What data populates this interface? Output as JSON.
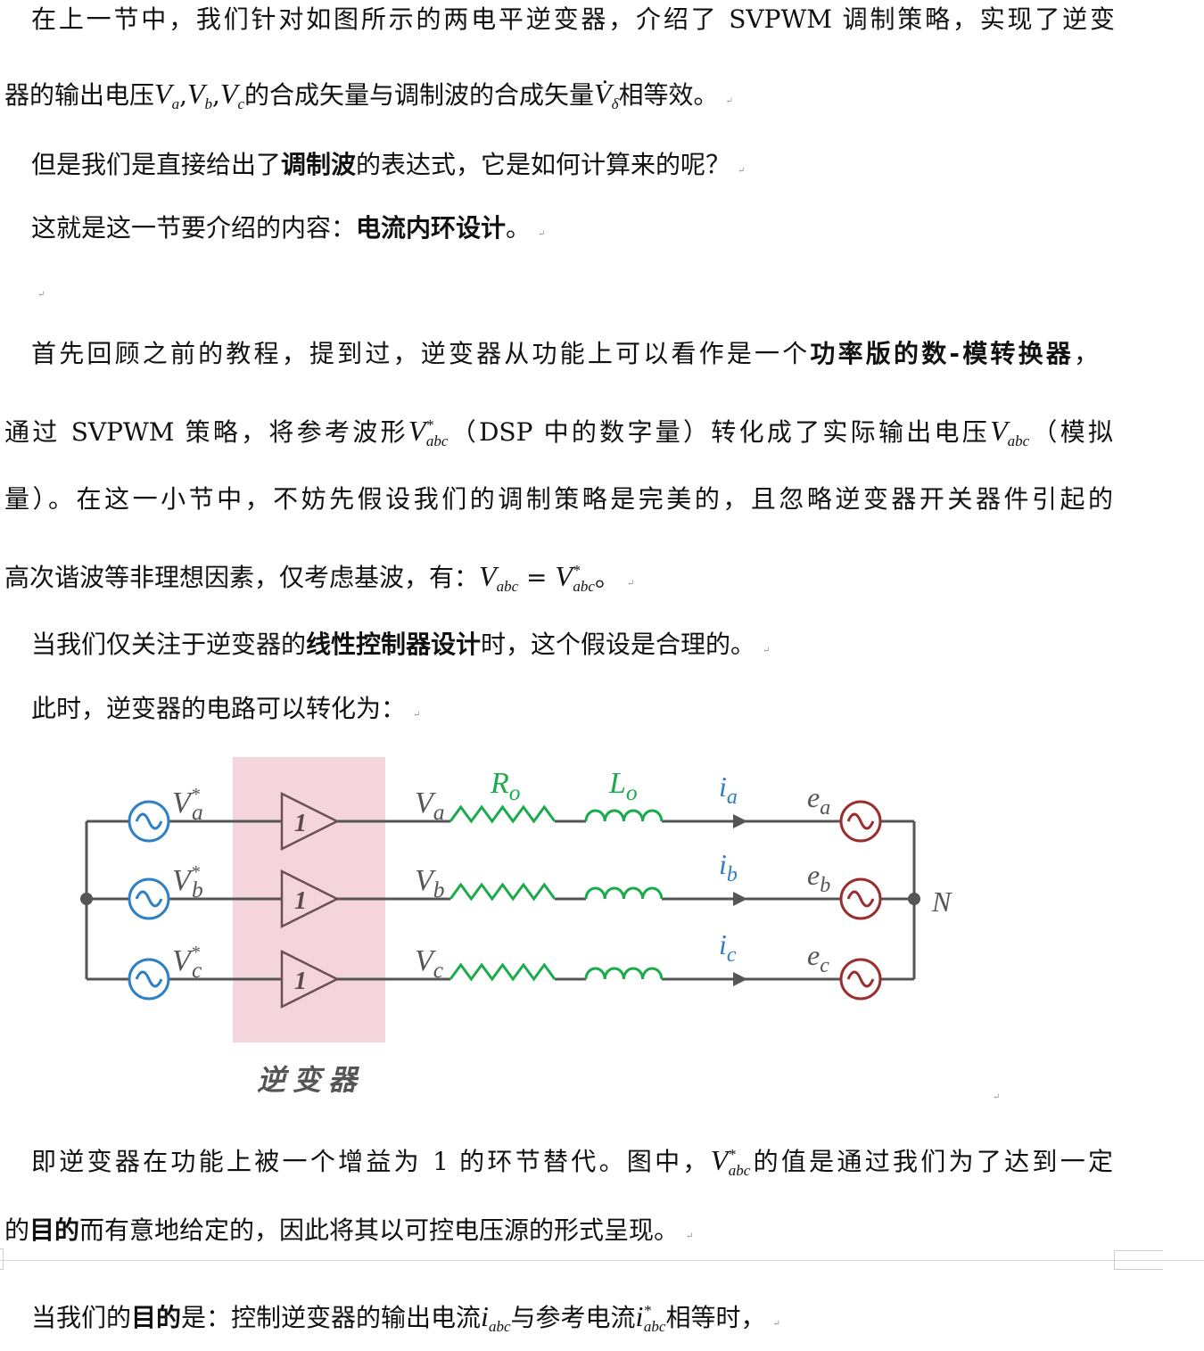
{
  "paragraph_mark": "↵",
  "lines": [
    [
      {
        "t": "在上一节中，我们针对如图所示的两电平逆变器，介绍了 SVPWM 调制策略，实现了逆变"
      }
    ],
    [
      {
        "t": "器的输出电压"
      },
      {
        "m": "V",
        "sub": "a"
      },
      {
        "t": ","
      },
      {
        "m": "V",
        "sub": "b"
      },
      {
        "t": ","
      },
      {
        "m": "V",
        "sub": "c"
      },
      {
        "t": "的合成矢量与调制波的合成矢量"
      },
      {
        "m": "V̇",
        "sub": "δ"
      },
      {
        "t": "相等效。"
      },
      {
        "mark": true
      }
    ],
    [
      {
        "t": "但是我们是直接给出了"
      },
      {
        "t": "调制波",
        "b": true
      },
      {
        "t": "的表达式，它是如何计算来的呢？"
      },
      {
        "mark": true
      }
    ],
    [
      {
        "t": "这就是这一节要介绍的内容："
      },
      {
        "t": "电流内环设计",
        "b": true
      },
      {
        "t": "。"
      },
      {
        "mark": true
      }
    ],
    [
      {
        "t": "首先回顾之前的教程，提到过，逆变器从功能上可以看作是一个"
      },
      {
        "t": "功率版的数-模转换器",
        "b": true
      },
      {
        "t": "，"
      }
    ],
    [
      {
        "t": "通过 SVPWM 策略，将参考波形"
      },
      {
        "m": "V",
        "sub": "abc",
        "sup": "*"
      },
      {
        "t": "（DSP 中的数字量）转化成了实际输出电压"
      },
      {
        "m": "V",
        "sub": "abc"
      },
      {
        "t": "（模拟"
      }
    ],
    [
      {
        "t": "量）。在这一小节中，不妨先假设我们的调制策略是完美的，且忽略逆变器开关器件引起的"
      }
    ],
    [
      {
        "t": "高次谐波等非理想因素，仅考虑基波，有："
      },
      {
        "m": "V",
        "sub": "abc"
      },
      {
        "t": " = "
      },
      {
        "m": "V",
        "sub": "abc",
        "sup": "*"
      },
      {
        "t": "。"
      },
      {
        "mark": true
      }
    ],
    [
      {
        "t": "当我们仅关注于逆变器的"
      },
      {
        "t": "线性控制器设计",
        "b": true
      },
      {
        "t": "时，这个假设是合理的。"
      },
      {
        "mark": true
      }
    ],
    [
      {
        "t": "此时，逆变器的电路可以转化为："
      },
      {
        "mark": true
      }
    ],
    [
      {
        "t": "即逆变器在功能上被一个增益为 1 的环节替代。图中，"
      },
      {
        "m": "V",
        "sub": "abc",
        "sup": "*"
      },
      {
        "t": "的值是通过我们为了达到一定"
      }
    ],
    [
      {
        "t": "的"
      },
      {
        "t": "目的",
        "b": true
      },
      {
        "t": "而有意地给定的，因此将其以可控电压源的形式呈现。"
      },
      {
        "mark": true
      }
    ],
    [
      {
        "t": "当我们的"
      },
      {
        "t": "目的",
        "b": true
      },
      {
        "t": "是：控制逆变器的输出电流"
      },
      {
        "m": "i",
        "sub": "abc"
      },
      {
        "t": "与参考电流"
      },
      {
        "m": "i",
        "sub": "abc",
        "sup": "*"
      },
      {
        "t": "相等时，"
      },
      {
        "mark": true
      }
    ]
  ],
  "figure": {
    "inverter_label": "逆变器",
    "gain": "1",
    "neutral": "N",
    "resistor": {
      "base": "R",
      "sub": "o"
    },
    "inductor": {
      "base": "L",
      "sub": "o"
    },
    "phases": [
      {
        "ref": "V",
        "ref_sub": "a",
        "ref_sup": "*",
        "out": "V",
        "out_sub": "a",
        "cur": "i",
        "cur_sub": "a",
        "emf": "e",
        "emf_sub": "a"
      },
      {
        "ref": "V",
        "ref_sub": "b",
        "ref_sup": "*",
        "out": "V",
        "out_sub": "b",
        "cur": "i",
        "cur_sub": "b",
        "emf": "e",
        "emf_sub": "b"
      },
      {
        "ref": "V",
        "ref_sub": "c",
        "ref_sup": "*",
        "out": "V",
        "out_sub": "c",
        "cur": "i",
        "cur_sub": "c",
        "emf": "e",
        "emf_sub": "c"
      }
    ],
    "colors": {
      "wire": "#555555",
      "source": "#2f7fc4",
      "grid": "#9a2e2e",
      "passive": "#1aab4b",
      "current": "#2f7fc4",
      "inverter_box": "#f5d5dc"
    }
  }
}
